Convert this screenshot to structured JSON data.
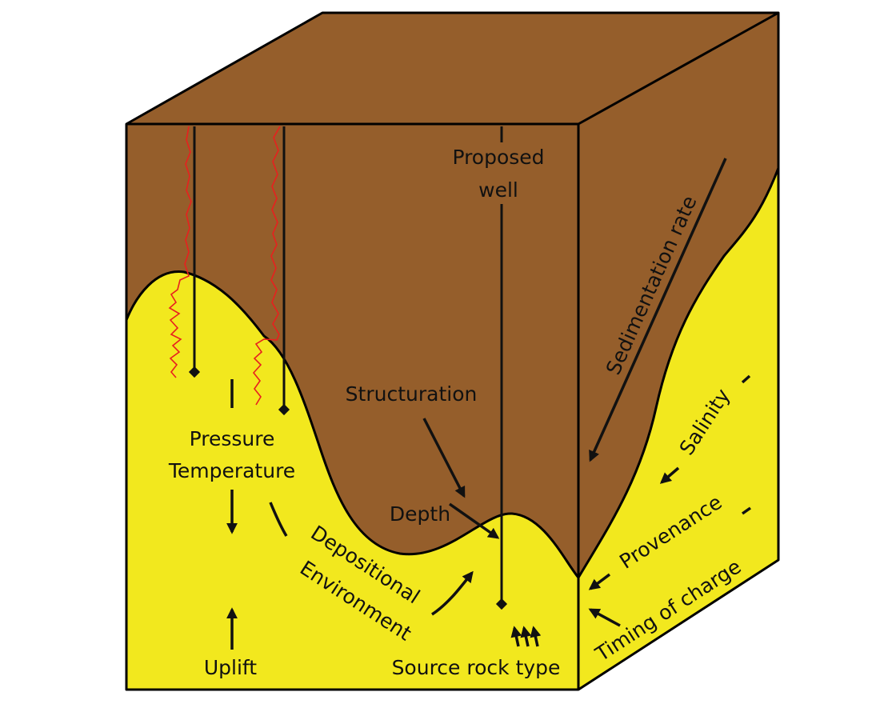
{
  "diagram": {
    "labels": {
      "proposed_well_1": "Proposed",
      "proposed_well_2": "well",
      "sedimentation_rate": "Sedimentation rate",
      "structuration": "Structuration",
      "pressure": "Pressure",
      "temperature": "Temperature",
      "depth": "Depth",
      "depositional": "Depositional",
      "environment": "Environment",
      "uplift": "Uplift",
      "source_rock_type": "Source rock type",
      "salinity": "Salinity",
      "provenance": "Provenance",
      "timing_of_charge": "Timing of charge"
    },
    "colors": {
      "overburden_brown": "#955e2b",
      "reservoir_yellow": "#f2e81e",
      "log_red": "#e8201e",
      "outline": "#000000"
    }
  }
}
